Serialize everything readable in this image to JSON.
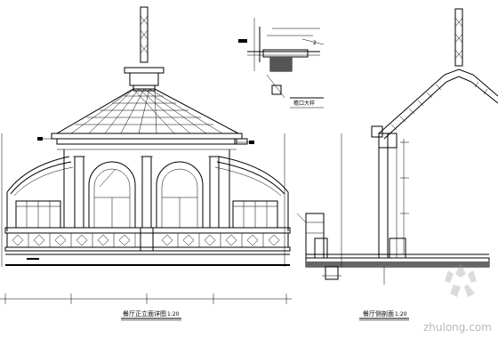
{
  "left_view": {
    "title": "餐厅正立面详图",
    "scale": "1:20"
  },
  "right_view": {
    "title": "餐厅侧剖面",
    "scale": "1:20"
  },
  "top_detail": {
    "title": "檐口大样"
  },
  "watermark": {
    "text": "zhulong.com"
  },
  "colors": {
    "line": "#000000",
    "background": "#ffffff",
    "watermark": "#b9b9b9"
  }
}
